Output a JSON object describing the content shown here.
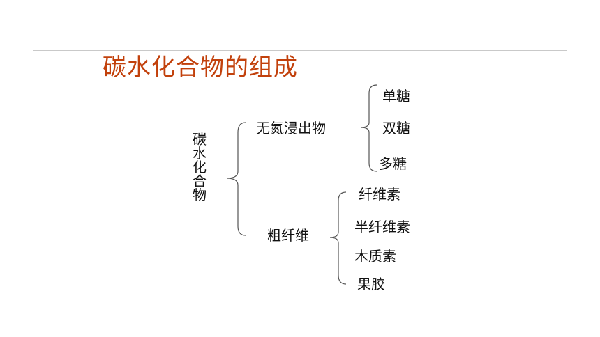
{
  "title": "碳水化合物的组成",
  "root": "碳水化合物",
  "branches": [
    {
      "label": "无氮浸出物",
      "children": [
        "单糖",
        "双糖",
        "多糖"
      ]
    },
    {
      "label": "粗纤维",
      "children": [
        "纤维素",
        "半纤维素",
        "木质素",
        "果胶"
      ]
    }
  ],
  "colors": {
    "title": "#c2410c",
    "text": "#111111",
    "rule": "#c9c9c9",
    "brace": "#555555"
  }
}
